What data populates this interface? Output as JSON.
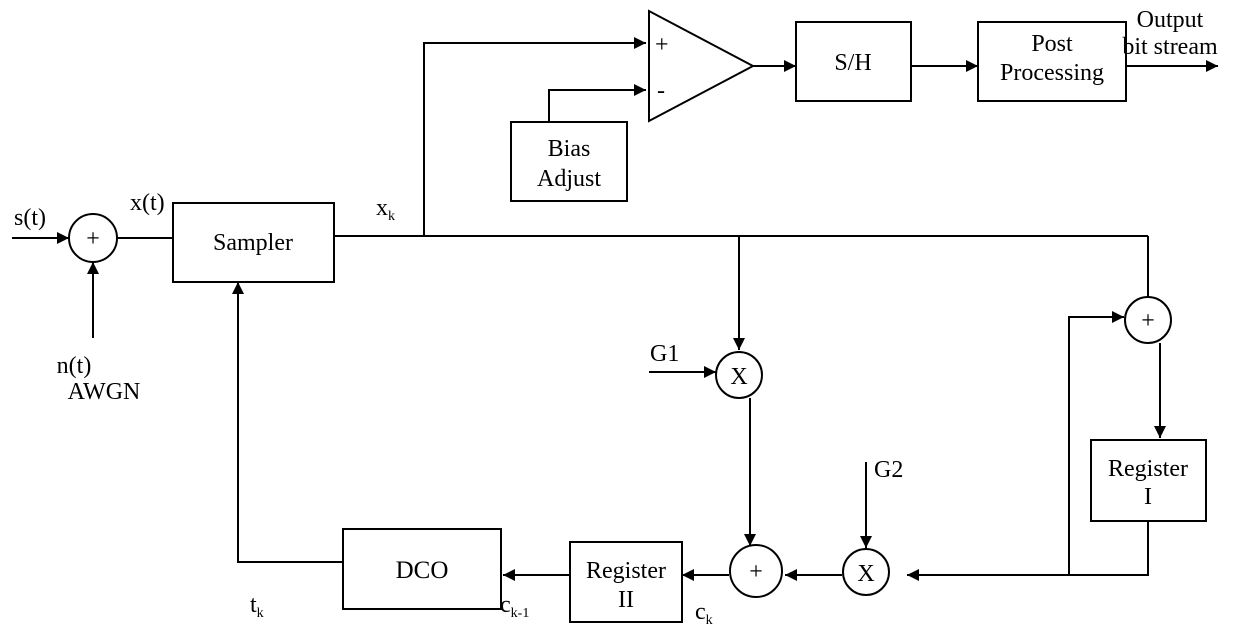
{
  "inputs": {
    "signal": "s(t)",
    "noise": "n(t)",
    "noise_type": "AWGN",
    "signal_plus_noise": "x(t)"
  },
  "blocks": {
    "sampler": "Sampler",
    "sh": "S/H",
    "post_processing": [
      "Post",
      "Processing"
    ],
    "bias_adjust": [
      "Bias",
      "Adjust"
    ],
    "dco": "DCO",
    "register_1": [
      "Register",
      "I"
    ],
    "register_2": [
      "Register",
      "II"
    ]
  },
  "operators": {
    "sum": "+",
    "multiply": "X",
    "comparator_plus": "+",
    "comparator_minus": "-"
  },
  "gains": {
    "g1": "G1",
    "g2": "G2"
  },
  "signals": {
    "xk": {
      "base": "x",
      "sub": "k"
    },
    "tk": {
      "base": "t",
      "sub": "k"
    },
    "ck": {
      "base": "c",
      "sub": "k"
    },
    "ck_1": {
      "base": "c",
      "sub": "k-1"
    }
  },
  "output": [
    "Output",
    "bit stream"
  ]
}
